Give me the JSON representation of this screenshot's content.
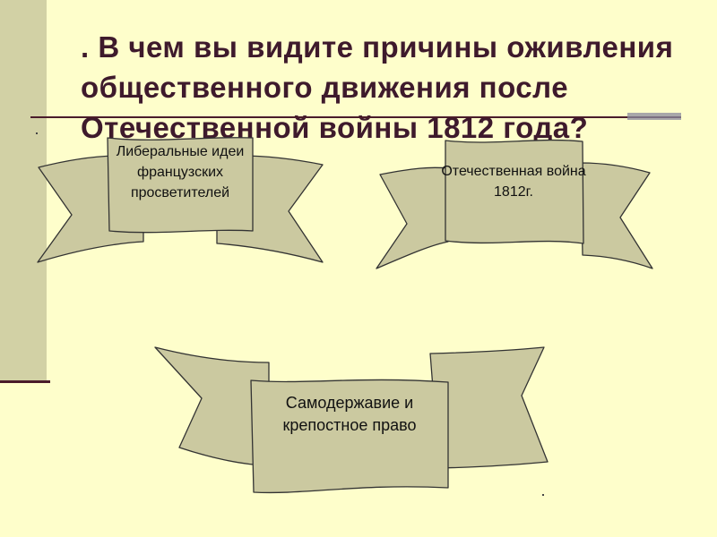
{
  "slide": {
    "title": ". В чем вы видите причины оживления общественного движения после Отечественной войны 1812 года?"
  },
  "nodes": [
    {
      "id": "liberal-ideas",
      "label": "Либеральные идеи французских просветителей"
    },
    {
      "id": "patriotic-war",
      "label": "Отечественная война 1812г."
    },
    {
      "id": "autocracy-serfdom",
      "label": "Самодержавие и крепостное право"
    }
  ],
  "colors": {
    "background": "#fefecb",
    "banner_fill": "#cbc9a0",
    "banner_stroke": "#333333",
    "title_text": "#3e1a2c",
    "rule": "#4a1c2a",
    "left_bar": "#d2d1a5"
  }
}
